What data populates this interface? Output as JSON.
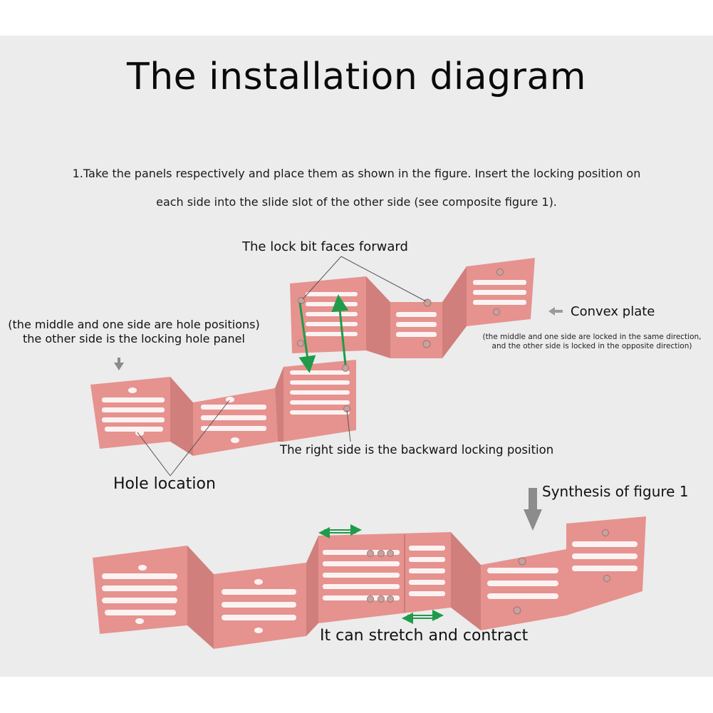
{
  "diagram": {
    "title": "The installation diagram",
    "instructions": {
      "line1": "1.Take the panels respectively and place them as shown in the figure. Insert the locking position on",
      "line2": "each side into the slide slot of the other side (see composite figure 1)."
    },
    "labels": {
      "lock_bit": "The lock bit faces forward",
      "convex_plate": "Convex plate",
      "convex_note_1": "(the middle and one side are locked in the same direction,",
      "convex_note_2": "and the other side is locked in the opposite direction)",
      "hole_panel_1": "(the middle and one side are hole positions)",
      "hole_panel_2": "the other side is the locking hole panel",
      "right_side": "The right side is the backward locking position",
      "hole_location": "Hole location",
      "synthesis": "Synthesis of figure 1",
      "stretch": "It can stretch and contract"
    },
    "colors": {
      "background": "#ececec",
      "panel": "#e6928f",
      "panel_dark": "#d07f7c",
      "slot": "#fbf3f2",
      "arrow_green": "#1f9b4a",
      "arrow_gray": "#8c8c8c"
    }
  }
}
